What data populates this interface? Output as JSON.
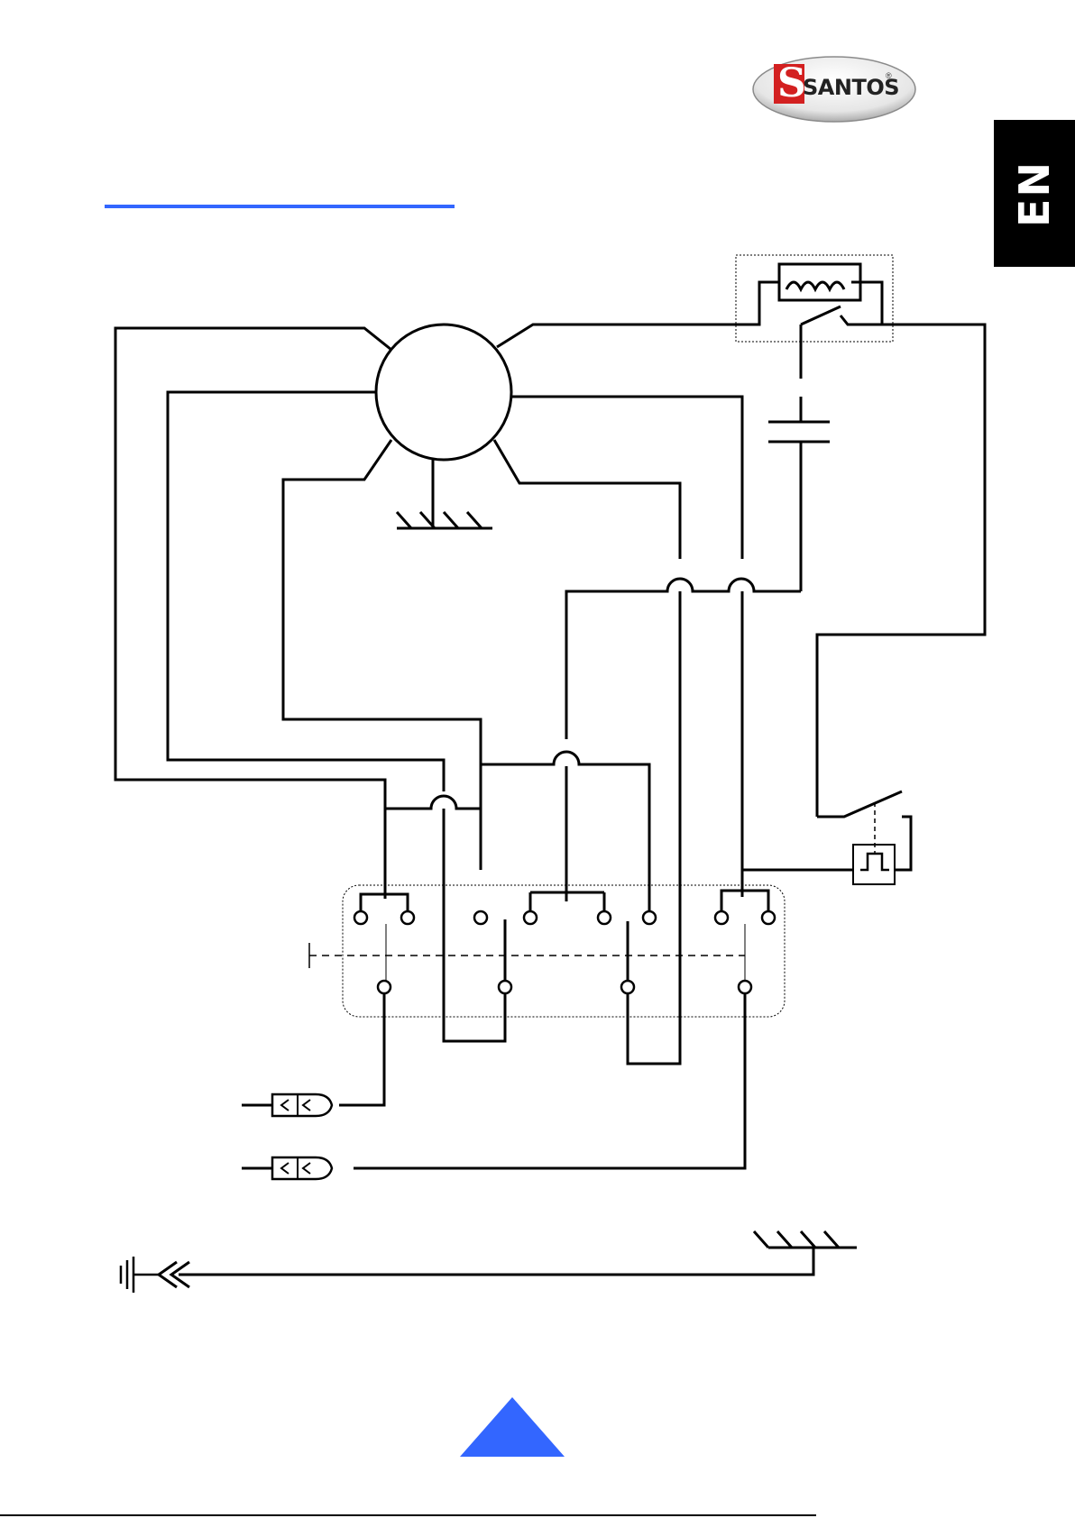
{
  "brand": {
    "name": "SANTOS",
    "initial": "S",
    "registered": "®",
    "accent_red": "#d32020",
    "text_color": "#222222"
  },
  "language_tab": {
    "label": "EN"
  },
  "section_heading": {
    "text": "",
    "underline_color": "#3366ff"
  },
  "navigation": {
    "up_arrow_color": "#3366ff",
    "icon": "up-triangle-icon"
  },
  "diagram": {
    "components": [
      "motor",
      "start-capacitor",
      "thermal-protector",
      "microswitch",
      "rotary-selector-switch",
      "mains-plug-phase",
      "mains-plug-neutral",
      "motor-earth",
      "earth-terminal"
    ],
    "line_color": "#000000"
  }
}
